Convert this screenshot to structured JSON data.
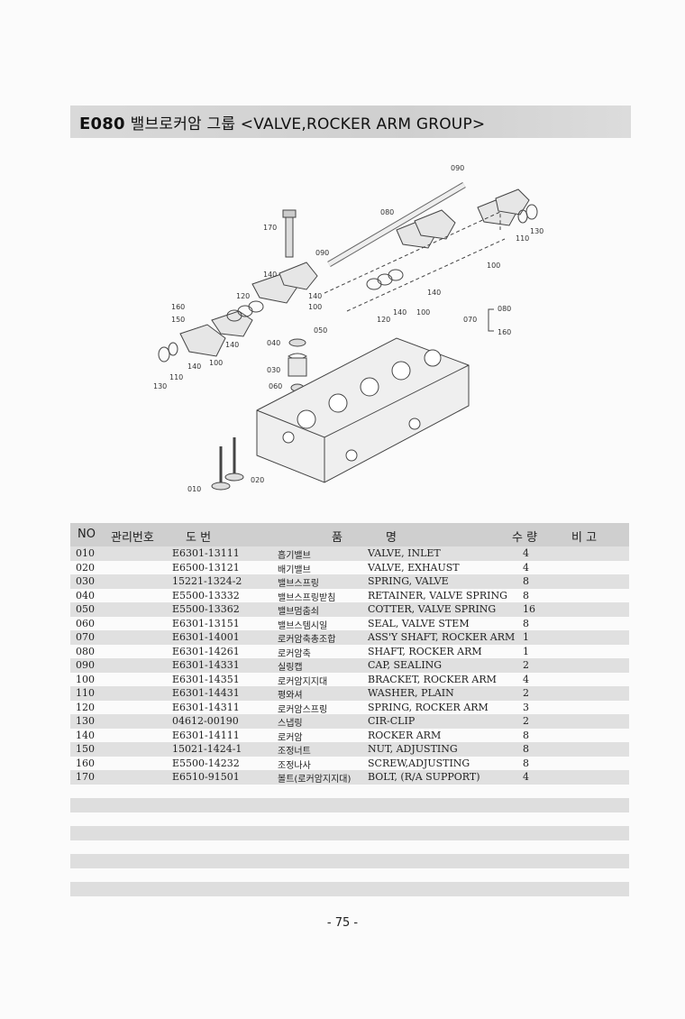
{
  "title": {
    "code": "E080",
    "text": "밸브로커암 그룹 <VALVE,ROCKER ARM GROUP>"
  },
  "diagram_labels": [
    "090",
    "080",
    "170",
    "090",
    "140",
    "120",
    "140",
    "100",
    "160",
    "150",
    "140",
    "100",
    "140",
    "110",
    "130",
    "040",
    "050",
    "030",
    "060",
    "140",
    "100",
    "120",
    "140",
    "100",
    "110",
    "130",
    "080",
    "070",
    "160",
    "010",
    "020"
  ],
  "table": {
    "headers": {
      "no": "NO",
      "mgmt": "관리번호",
      "drawing": "도   번",
      "item": "품",
      "name": "명",
      "qty": "수 량",
      "remark": "비 고"
    },
    "rows": [
      {
        "no": "010",
        "part": "E6301-13111",
        "kr": "흡기밸브",
        "en": "VALVE, INLET",
        "qty": "4"
      },
      {
        "no": "020",
        "part": "E6500-13121",
        "kr": "배기밸브",
        "en": "VALVE, EXHAUST",
        "qty": "4"
      },
      {
        "no": "030",
        "part": "15221-1324-2",
        "kr": "밸브스프링",
        "en": "SPRING, VALVE",
        "qty": "8"
      },
      {
        "no": "040",
        "part": "E5500-13332",
        "kr": "밸브스프링받침",
        "en": "RETAINER, VALVE SPRING",
        "qty": "8"
      },
      {
        "no": "050",
        "part": "E5500-13362",
        "kr": "밸브멈춤쇠",
        "en": "COTTER, VALVE SPRING",
        "qty": "16"
      },
      {
        "no": "060",
        "part": "E6301-13151",
        "kr": "밸브스템시일",
        "en": "SEAL, VALVE STEM",
        "qty": "8"
      },
      {
        "no": "070",
        "part": "E6301-14001",
        "kr": "로커암축총조합",
        "en": "ASS'Y SHAFT, ROCKER ARM",
        "qty": "1"
      },
      {
        "no": "080",
        "part": "E6301-14261",
        "kr": "로커암축",
        "en": "SHAFT, ROCKER ARM",
        "qty": "1"
      },
      {
        "no": "090",
        "part": "E6301-14331",
        "kr": "실링캡",
        "en": "CAP, SEALING",
        "qty": "2"
      },
      {
        "no": "100",
        "part": "E6301-14351",
        "kr": "로커암지지대",
        "en": "BRACKET, ROCKER ARM",
        "qty": "4"
      },
      {
        "no": "110",
        "part": "E6301-14431",
        "kr": "평와셔",
        "en": "WASHER, PLAIN",
        "qty": "2"
      },
      {
        "no": "120",
        "part": "E6301-14311",
        "kr": "로커암스프링",
        "en": "SPRING, ROCKER ARM",
        "qty": "3"
      },
      {
        "no": "130",
        "part": "04612-00190",
        "kr": "스냅링",
        "en": "CIR-CLIP",
        "qty": "2"
      },
      {
        "no": "140",
        "part": "E6301-14111",
        "kr": "로커암",
        "en": "ROCKER ARM",
        "qty": "8"
      },
      {
        "no": "150",
        "part": "15021-1424-1",
        "kr": "조정너트",
        "en": "NUT, ADJUSTING",
        "qty": "8"
      },
      {
        "no": "160",
        "part": "E5500-14232",
        "kr": "조정나사",
        "en": "SCREW,ADJUSTING",
        "qty": "8"
      },
      {
        "no": "170",
        "part": "E6510-91501",
        "kr": "볼트(로커암지지대)",
        "en": "BOLT, (R/A SUPPORT)",
        "qty": "4"
      }
    ]
  },
  "page_number": "- 75 -"
}
